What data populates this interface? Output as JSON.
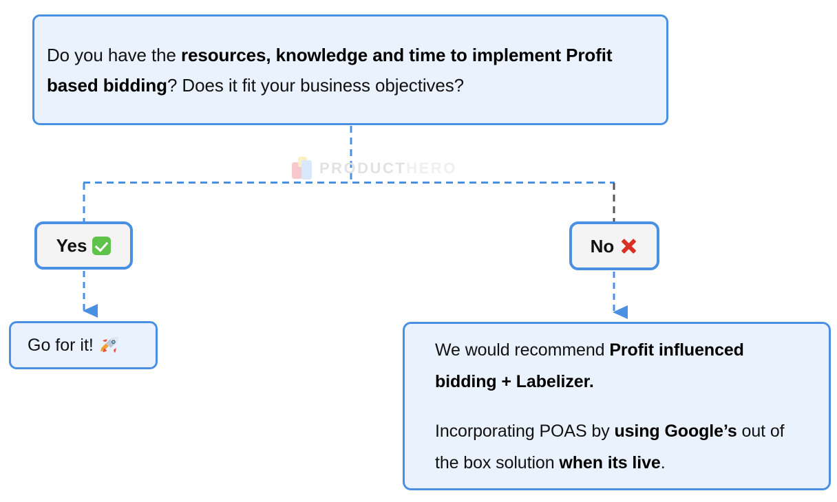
{
  "diagram": {
    "title": "Profit based bidding decision flow",
    "colors": {
      "box_border": "#4a90e2",
      "box_fill_blue": "#eaf2fd",
      "box_fill_gray": "#f4f4f4",
      "connector_blue": "#4a90e2",
      "connector_gray": "#555555",
      "text": "#111111"
    },
    "watermark": {
      "text_strong": "PRODUCT",
      "text_light": "HERO",
      "logo_name": "producthero-logo-icon"
    },
    "nodes": {
      "question": {
        "line1_plain_1": "Do you have the ",
        "line1_bold_1": "resources, knowledge and time to implement",
        "line2_bold_1": "Profit based bidding",
        "line2_plain_1": "? Does it fit your business objectives?"
      },
      "yes": {
        "label": "Yes",
        "emoji_name": "white-check-mark-emoji",
        "emoji_char": "✅"
      },
      "no": {
        "label": "No",
        "emoji_name": "cross-mark-emoji",
        "emoji_char": "❌"
      },
      "go_for_it": {
        "label": "Go for it!",
        "emoji_name": "rocket-emoji",
        "emoji_char": "🚀"
      },
      "recommend": {
        "para1_plain_1": "We would recommend ",
        "para1_bold_1": "Profit influenced bidding + Labelizer.",
        "para2_plain_1": "Incorporating POAS by ",
        "para2_bold_1": "using Google’s",
        "para2_plain_2": " out of the box solution ",
        "para2_bold_2": "when its live",
        "para2_plain_3": "."
      }
    },
    "connectors": {
      "stem_from_question": "vertical-dashed-blue",
      "split_bar": "horizontal-dashed-blue",
      "branch_left": "vertical-dashed-blue",
      "branch_right": "vertical-dashed-gray",
      "arrow_yes_to_go": "down-arrow-dashed-blue",
      "arrow_no_to_recommend": "down-arrow-dashed-blue"
    }
  }
}
